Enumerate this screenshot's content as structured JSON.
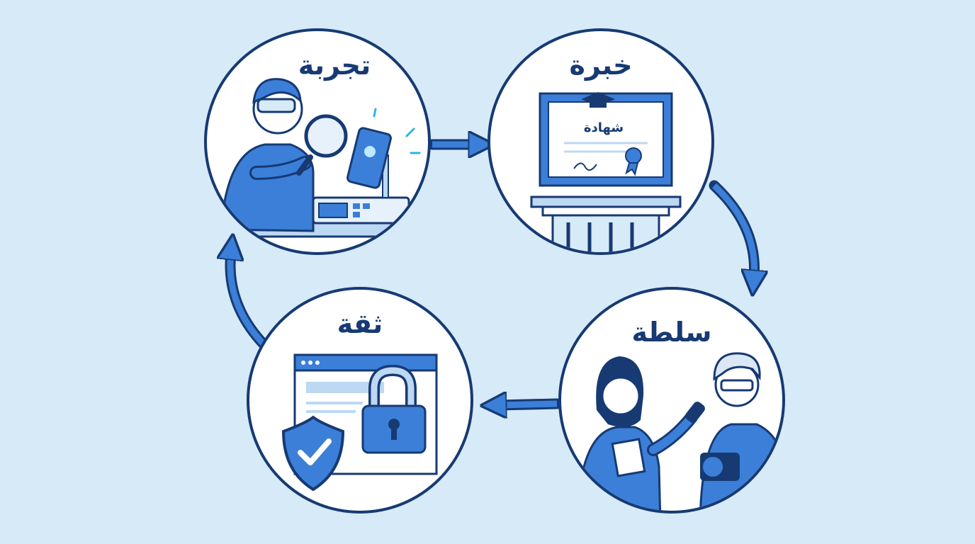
{
  "cycle": {
    "steps": [
      {
        "label": "تجربة",
        "icon": "scientist-magnifier-phone-icon"
      },
      {
        "label": "خبرة",
        "icon": "certificate-podium-icon"
      },
      {
        "label": "سلطة",
        "icon": "interview-microphone-camera-icon"
      },
      {
        "label": "ثقة",
        "icon": "browser-lock-shield-icon"
      }
    ],
    "certificate_text": "شهادة"
  },
  "colors": {
    "background": "#d6eaf8",
    "outline": "#173a73",
    "accent": "#3b7fd8",
    "light_accent": "#bcd8f3"
  }
}
